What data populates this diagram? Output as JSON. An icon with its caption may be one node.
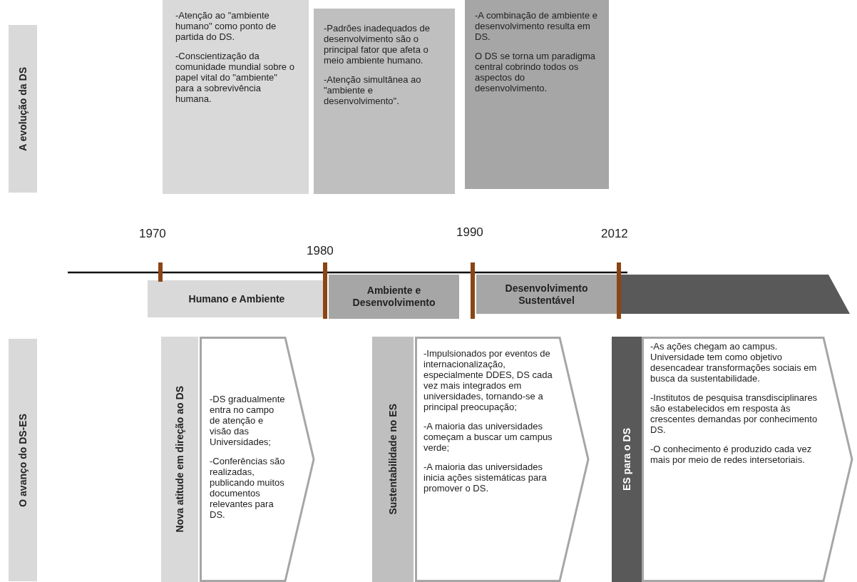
{
  "diagram": {
    "nodes": [
      {
        "text": [
          "A evolução da DS"
        ]
      },
      {
        "text": [
          "-Atenção ao \"ambiente humano\" como ponto de partida do DS.",
          "-Conscientização da comunidade mundial sobre o papel vital do \"ambiente\" para a sobrevivência humana."
        ]
      },
      {
        "text": [
          "-Padrões inadequados de desenvolvimento são o principal fator que afeta o meio ambiente humano.",
          "-Atenção simultânea ao \"ambiente e desenvolvimento\"."
        ]
      },
      {
        "text": [
          "-A combinação de ambiente e desenvolvimento resulta em DS.",
          "O DS se torna um paradigma central cobrindo todos os aspectos do desenvolvimento."
        ]
      },
      {
        "text": [
          "Humano e Ambiente"
        ]
      },
      {
        "text": [
          "Ambiente e Desenvolvimento"
        ]
      },
      {
        "text": [
          "Desenvolvimento Sustentável"
        ]
      },
      {
        "text": [],
        "shape": "bar"
      },
      {
        "text": [
          "O avanço do DS-ES"
        ]
      },
      {
        "text": [
          "Nova atitude em direção ao DS"
        ]
      },
      {
        "text": [
          "-DS gradualmente entra no campo de atenção e visão das Universidades;",
          "-Conferências são realizadas, publicando muitos documentos relevantes para DS."
        ]
      },
      {
        "text": [
          "Sustentabilidade no ES"
        ]
      },
      {
        "text": [
          "-Impulsionados por eventos de internacionalização, especialmente DDES, DS cada vez mais integrados em universidades, tornando-se a principal preocupação;",
          "-A maioria das universidades começam a buscar um campus verde;",
          "-A maioria das universidades inicia ações sistemáticas para promover o DS."
        ]
      },
      {
        "text": [
          "ES para o DS"
        ]
      },
      {
        "text": [
          "-As ações chegam ao campus. Universidade tem como objetivo desencadear transformações sociais em busca da sustentabilidade.",
          "-Institutos de pesquisa transdisciplinares são estabelecidos em resposta às crescentes demandas por conhecimento DS.",
          "-O conhecimento é produzido cada vez mais por meio de redes intersetoriais."
        ]
      }
    ],
    "labels": [
      "1970",
      "1980",
      "1990",
      "2012"
    ]
  }
}
